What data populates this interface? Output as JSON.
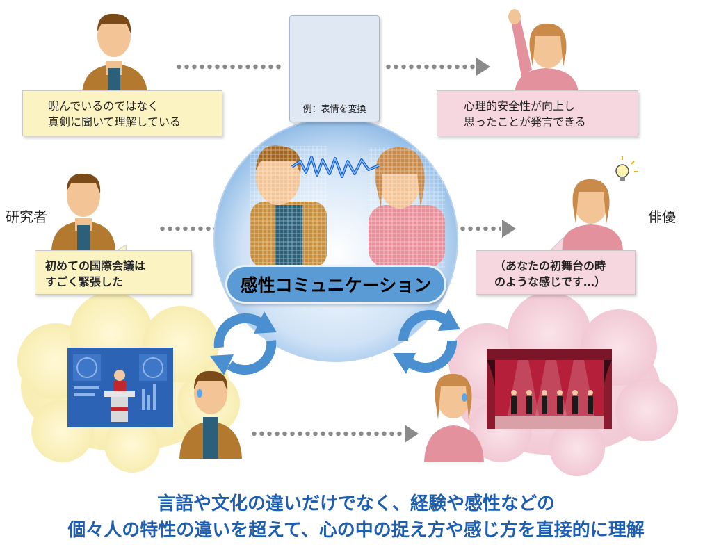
{
  "top_left_bubble": {
    "lines": [
      "睨んでいるのではなく",
      "真剣に聞いて理解している"
    ]
  },
  "example_caption": "例：表情を変換",
  "top_right_bubble": {
    "lines": [
      "心理的安全性が向上し",
      "思ったことが発言できる"
    ]
  },
  "role_researcher": "研究者",
  "role_actor": "俳優",
  "mid_left_bubble": {
    "lines": [
      "初めての国際会議は",
      "すごく緊張した"
    ]
  },
  "mid_right_bubble": {
    "lines": [
      "（あなたの初舞台の時",
      "のような感じです…）"
    ]
  },
  "center_label": "感性コミュニケーション",
  "bottom_text": {
    "line1": "言語や文化の違いだけでなく、経験や感性などの",
    "line2": "個々人の特性の違いを超えて、心の中の捉え方や感じ方を直接的に理解"
  },
  "colors": {
    "accent_blue": "#5b9bd5",
    "text_blue": "#1f5fb0",
    "bubble_yellow": "#fbf4c2",
    "bubble_pink": "#f6d7df",
    "arrow_gray": "#8a8a8a",
    "cycle_arrow": "#4a8fd0"
  }
}
